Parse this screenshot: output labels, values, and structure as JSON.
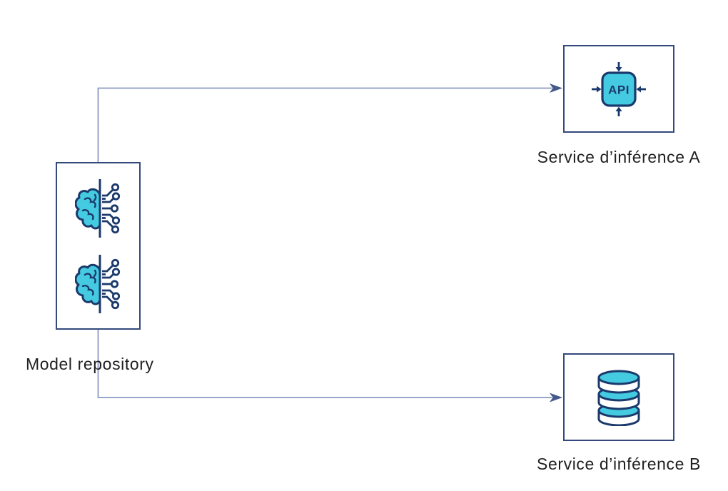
{
  "diagram_type": "architecture-flow",
  "nodes": {
    "model_repository": {
      "label": "Model repository",
      "icon": "brain-circuit-icon",
      "icon_count": 2
    },
    "service_a": {
      "label": "Service d’inférence A",
      "icon": "api-icon"
    },
    "service_b": {
      "label": "Service d’inférence B",
      "icon": "database-icon"
    }
  },
  "edges": [
    {
      "from": "model_repository",
      "to": "service_a",
      "style": "elbow-arrow"
    },
    {
      "from": "model_repository",
      "to": "service_b",
      "style": "elbow-arrow"
    }
  ],
  "api_icon": {
    "text": "API"
  },
  "colors": {
    "background": "#ffffff",
    "box_border": "#33497b",
    "connector_line": "#8b9ac2",
    "arrowhead": "#44588a",
    "icon_cyan": "#44cbe2",
    "icon_navy": "#1b3a6b",
    "label_text": "#1f1f1f"
  }
}
